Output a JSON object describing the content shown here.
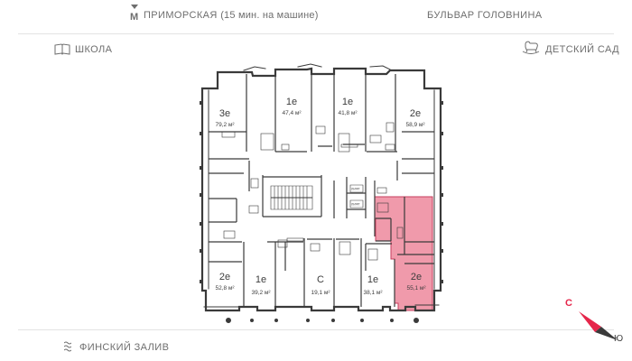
{
  "orientation": {
    "top_left": {
      "icon": "metro-icon",
      "metro_letter": "М",
      "label": "ПРИМОРСКАЯ",
      "sublabel": "(15 мин. на машине)"
    },
    "top_right": {
      "label": "БУЛЬВАР ГОЛОВНИНА"
    },
    "left": {
      "icon": "book-icon",
      "label": "ШКОЛА"
    },
    "right": {
      "icon": "rocking-horse-icon",
      "label": "ДЕТСКИЙ САД"
    },
    "bottom_left": {
      "icon": "waves-icon",
      "label": "ФИНСКИЙ ЗАЛИВ"
    }
  },
  "compass": {
    "north": "С",
    "south": "Ю",
    "north_color": "#e5264a"
  },
  "colors": {
    "wall": "#3a3a3a",
    "highlight": "#f09aab",
    "highlight_stroke": "#c73d5c",
    "text": "#6e6e6e"
  },
  "apartments": [
    {
      "id": "apt-3e",
      "type": "3е",
      "area": "79,2 м²",
      "highlighted": false
    },
    {
      "id": "apt-1e-474",
      "type": "1е",
      "area": "47,4 м²",
      "highlighted": false
    },
    {
      "id": "apt-1e-418",
      "type": "1е",
      "area": "41,8 м²",
      "highlighted": false
    },
    {
      "id": "apt-2e-589",
      "type": "2е",
      "area": "58,9 м²",
      "highlighted": false
    },
    {
      "id": "apt-2e-528",
      "type": "2е",
      "area": "52,8 м²",
      "highlighted": false
    },
    {
      "id": "apt-1e-392",
      "type": "1е",
      "area": "39,2 м²",
      "highlighted": false
    },
    {
      "id": "apt-c-191",
      "type": "С",
      "area": "19,1 м²",
      "highlighted": false
    },
    {
      "id": "apt-1e-381",
      "type": "1е",
      "area": "38,1 м²",
      "highlighted": false
    },
    {
      "id": "apt-2e-551",
      "type": "2е",
      "area": "55,1 м²",
      "highlighted": true
    }
  ],
  "lifts": [
    {
      "id": "lift-1",
      "label": "ЛИФТ"
    },
    {
      "id": "lift-2",
      "label": "ЛИФТ"
    }
  ]
}
